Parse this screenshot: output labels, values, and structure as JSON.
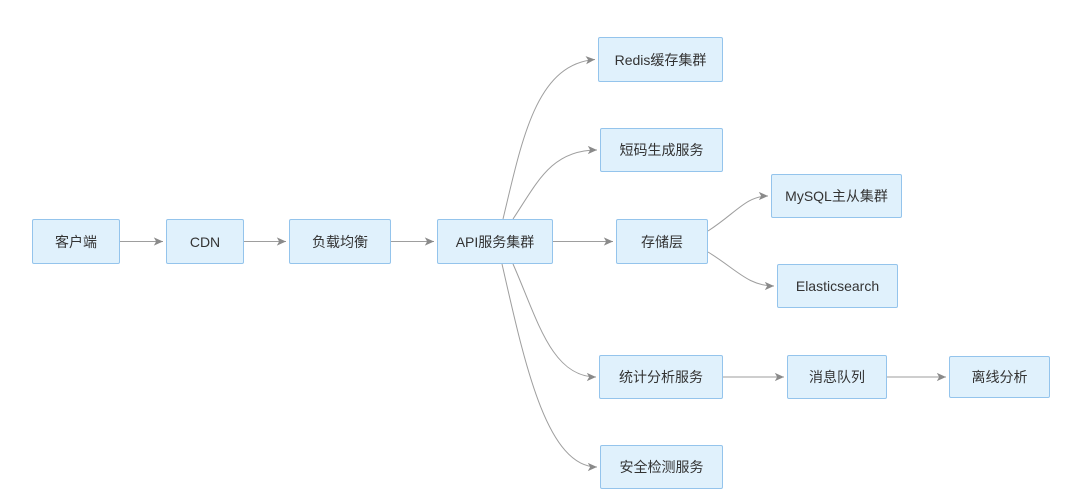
{
  "diagram": {
    "type": "flowchart",
    "direction": "left-to-right",
    "nodes": [
      {
        "id": "client",
        "label": "客户端"
      },
      {
        "id": "cdn",
        "label": "CDN"
      },
      {
        "id": "load-balancer",
        "label": "负载均衡"
      },
      {
        "id": "api-cluster",
        "label": "API服务集群"
      },
      {
        "id": "redis-cache",
        "label": "Redis缓存集群"
      },
      {
        "id": "shortcode-service",
        "label": "短码生成服务"
      },
      {
        "id": "storage-layer",
        "label": "存储层"
      },
      {
        "id": "stats-service",
        "label": "统计分析服务"
      },
      {
        "id": "security-service",
        "label": "安全检测服务"
      },
      {
        "id": "mysql-cluster",
        "label": "MySQL主从集群"
      },
      {
        "id": "elasticsearch",
        "label": "Elasticsearch"
      },
      {
        "id": "message-queue",
        "label": "消息队列"
      },
      {
        "id": "offline-analysis",
        "label": "离线分析"
      }
    ],
    "edges": [
      {
        "from": "客户端",
        "to": "CDN"
      },
      {
        "from": "CDN",
        "to": "负载均衡"
      },
      {
        "from": "负载均衡",
        "to": "API服务集群"
      },
      {
        "from": "API服务集群",
        "to": "Redis缓存集群"
      },
      {
        "from": "API服务集群",
        "to": "短码生成服务"
      },
      {
        "from": "API服务集群",
        "to": "存储层"
      },
      {
        "from": "API服务集群",
        "to": "统计分析服务"
      },
      {
        "from": "API服务集群",
        "to": "安全检测服务"
      },
      {
        "from": "存储层",
        "to": "MySQL主从集群"
      },
      {
        "from": "存储层",
        "to": "Elasticsearch"
      },
      {
        "from": "统计分析服务",
        "to": "消息队列"
      },
      {
        "from": "消息队列",
        "to": "离线分析"
      }
    ],
    "colors": {
      "node_fill": "#e0f1fc",
      "node_border": "#94c4ec",
      "edge": "#9e9e9e",
      "arrowhead": "#8a8a8a",
      "text": "#333333",
      "background": "#ffffff"
    }
  }
}
